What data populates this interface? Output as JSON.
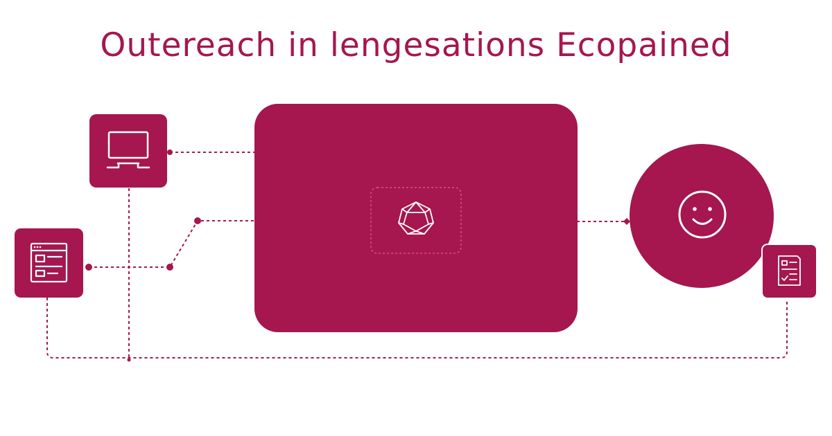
{
  "title": "Outereach in lengesations Ecopained",
  "colors": {
    "accent": "#a5174e",
    "background": "#ffffff",
    "icon_stroke": "#ffffff"
  },
  "nodes": [
    {
      "id": "monitor",
      "shape": "rounded-square",
      "icon": "monitor-icon"
    },
    {
      "id": "browser-window",
      "shape": "rounded-square",
      "icon": "browser-window-icon"
    },
    {
      "id": "central-hub",
      "shape": "large-rounded-rectangle",
      "icon": "geodesic-polyhedron-icon"
    },
    {
      "id": "customer",
      "shape": "circle",
      "icon": "smiley-face-icon"
    },
    {
      "id": "checklist-document",
      "shape": "rounded-square",
      "icon": "checklist-document-icon"
    }
  ],
  "connectors": [
    {
      "from": "monitor",
      "to": "central-hub",
      "style": "dotted"
    },
    {
      "from": "browser-window",
      "to": "central-hub",
      "style": "dotted"
    },
    {
      "from": "central-hub",
      "to": "customer",
      "style": "dotted"
    },
    {
      "from": "monitor",
      "to": "bottom-bus",
      "style": "dotted"
    },
    {
      "from": "browser-window",
      "to": "bottom-bus",
      "style": "dotted"
    },
    {
      "from": "checklist-document",
      "to": "bottom-bus",
      "style": "dotted"
    }
  ]
}
